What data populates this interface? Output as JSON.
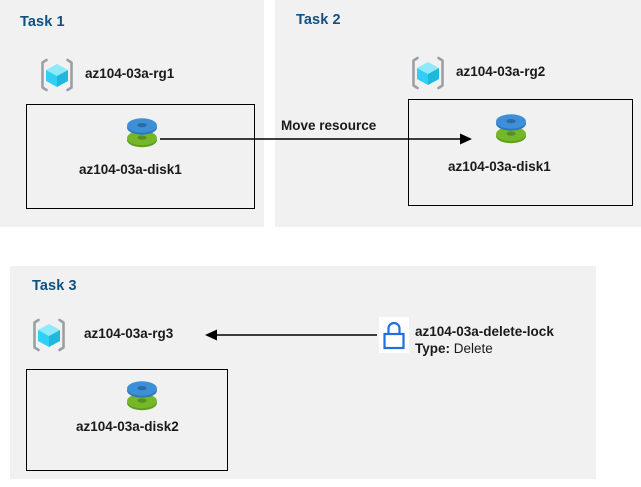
{
  "diagram": {
    "title_color": "#11517f",
    "panel_bg": "#f1f1f1",
    "page_bg": "#ffffff",
    "line_color": "#000000",
    "lock_color": "#1f6fe0",
    "disk_top_color": "#3d8fd8",
    "disk_bottom_color": "#76b72a",
    "cube_light": "#8ee9fb",
    "cube_mid": "#2fd0f5",
    "cube_dark": "#1eb8dd",
    "bracket_color": "#9aa0a6"
  },
  "tasks": [
    {
      "title": "Task 1",
      "resource_group": "az104-03a-rg1",
      "resource": "az104-03a-disk1"
    },
    {
      "title": "Task 2",
      "resource_group": "az104-03a-rg2",
      "resource": "az104-03a-disk1"
    },
    {
      "title": "Task 3",
      "resource_group": "az104-03a-rg3",
      "resource": "az104-03a-disk2"
    }
  ],
  "connectors": {
    "move_label": "Move resource"
  },
  "lock": {
    "name": "az104-03a-delete-lock",
    "type_key": "Type:",
    "type_value": "Delete"
  },
  "icons": {
    "resource_group": "resource-group-cube-icon",
    "disk": "managed-disk-icon",
    "lock": "padlock-icon"
  }
}
